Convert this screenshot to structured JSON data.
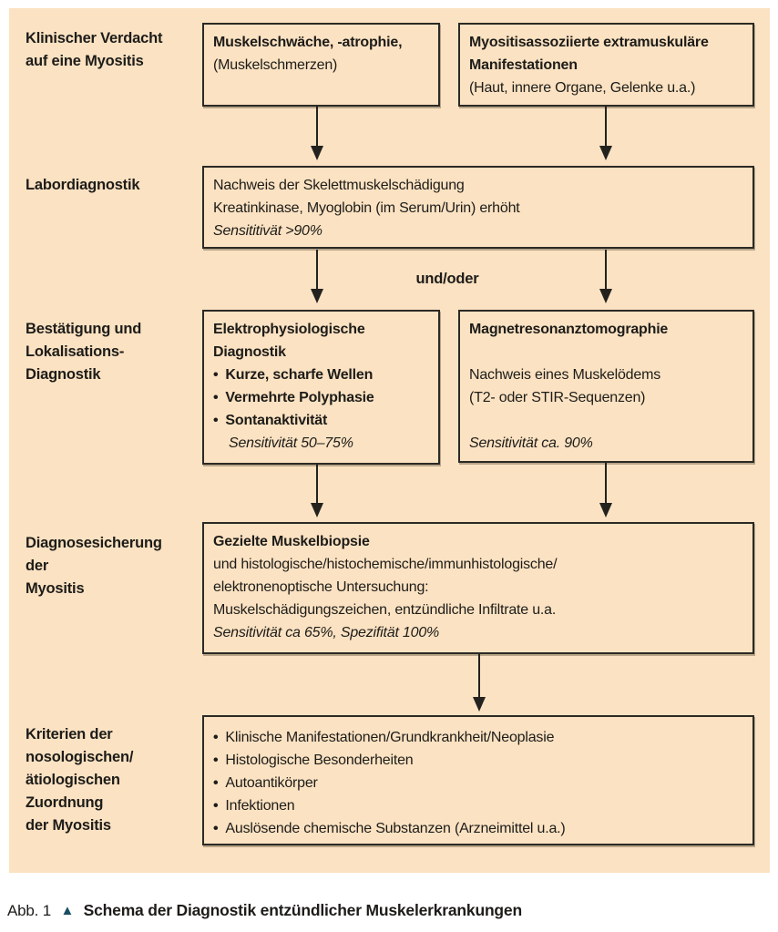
{
  "colors": {
    "panel_bg": "#fbe2c2",
    "box_border": "#2b2a25",
    "text": "#1d1c19",
    "caption_triangle": "#1a4c63"
  },
  "connector_label": "und/oder",
  "stage_labels": {
    "clinical": {
      "lines": [
        "Klinischer Verdacht",
        "auf eine Myositis"
      ]
    },
    "lab": {
      "lines": [
        "Labordiagnostik"
      ]
    },
    "confirmation": {
      "lines": [
        "Bestätigung und",
        "Lokalisations-",
        "Diagnostik"
      ]
    },
    "securing": {
      "lines": [
        "Diagnosesicherung",
        "der",
        "Myositis"
      ]
    },
    "criteria": {
      "lines": [
        "Kriterien der",
        "nosologischen/",
        "ätiologischen",
        "Zuordnung",
        "der Myositis"
      ]
    }
  },
  "boxes": {
    "muscle_symptoms": {
      "title": "Muskelschwäche, -atrophie,",
      "subtitle": "(Muskelschmerzen)"
    },
    "extramuscular": {
      "title_line1": "Myositisassoziierte extramuskuläre",
      "title_line2": "Manifestationen",
      "subtitle": "(Haut, innere Organe, Gelenke u.a.)"
    },
    "lab": {
      "line1": "Nachweis der Skelettmuskelschädigung",
      "line2": "Kreatinkinase, Myoglobin (im Serum/Urin) erhöht",
      "sensitivity": "Sensititivät >90%"
    },
    "electrophysiology": {
      "title_line1": "Elektrophysiologische",
      "title_line2": "Diagnostik",
      "bullets": [
        "Kurze, scharfe Wellen",
        "Vermehrte Polyphasie",
        "Sontanaktivität"
      ],
      "sensitivity": "Sensitivität 50–75%"
    },
    "mri": {
      "title": "Magnetresonanztomographie",
      "line1": "Nachweis eines Muskelödems",
      "line2": "(T2- oder STIR-Sequenzen)",
      "sensitivity": "Sensitivität ca. 90%"
    },
    "biopsy": {
      "title": "Gezielte Muskelbiopsie",
      "line1": "und histologische/histochemische/immunhistologische/",
      "line2": "elektronenoptische Untersuchung:",
      "line3": "Muskelschädigungszeichen, entzündliche Infiltrate u.a.",
      "sensitivity": "Sensitivität ca 65%, Spezifität 100%"
    },
    "criteria": {
      "bullets": [
        "Klinische Manifestationen/Grundkrankheit/Neoplasie",
        "Histologische Besonderheiten",
        "Autoantikörper",
        "Infektionen",
        "Auslösende chemische Substanzen (Arzneimittel u.a.)"
      ]
    }
  },
  "caption": {
    "prefix": "Abb. 1",
    "triangle_icon": "▲",
    "title": "Schema der Diagnostik entzündlicher Muskelerkrankungen"
  }
}
